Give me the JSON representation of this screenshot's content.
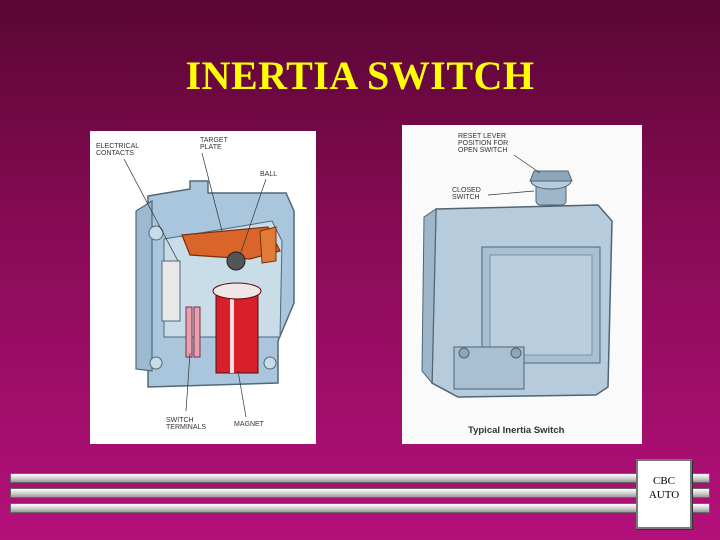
{
  "slide": {
    "title": "INERTIA SWITCH"
  },
  "left_figure": {
    "labels": {
      "electrical_contacts": "ELECTRICAL CONTACTS",
      "target_plate": "TARGET PLATE",
      "ball": "BALL",
      "switch_terminals": "SWITCH TERMINALS",
      "magnet": "MAGNET"
    }
  },
  "right_figure": {
    "labels": {
      "reset_lever": "RESET LEVER POSITION FOR OPEN SWITCH",
      "closed_switch": "CLOSED SWITCH"
    },
    "caption": "Typical Inertia Switch"
  },
  "logo": {
    "line1": "CBC",
    "line2": "AUTO"
  },
  "colors": {
    "background": "#8a0b57",
    "title": "#ffff00",
    "housing": "#a9c6dc",
    "magnet": "#d8202a",
    "plate": "#d9652b"
  }
}
